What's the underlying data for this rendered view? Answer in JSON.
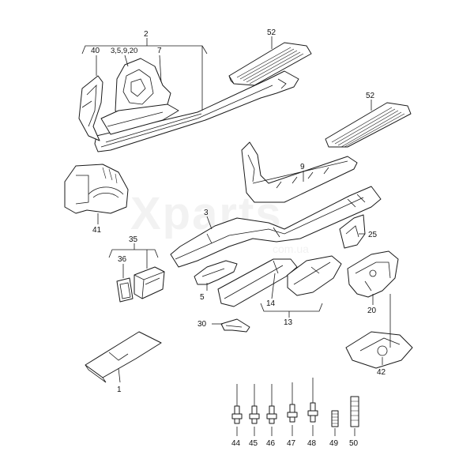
{
  "watermark": {
    "text": "Xparts",
    "sub": "com.ua"
  },
  "labels": {
    "l2": "2",
    "l40": "40",
    "l3_5_9_20": "3,5,9,20",
    "l7": "7",
    "l52a": "52",
    "l52b": "52",
    "l9": "9",
    "l41": "41",
    "l3": "3",
    "l35": "35",
    "l36": "36",
    "l25": "25",
    "l5": "5",
    "l14": "14",
    "l13": "13",
    "l20": "20",
    "l30": "30",
    "l1": "1",
    "l42": "42",
    "l44": "44",
    "l45": "45",
    "l46": "46",
    "l47": "47",
    "l48": "48",
    "l49": "49",
    "l50": "50"
  }
}
